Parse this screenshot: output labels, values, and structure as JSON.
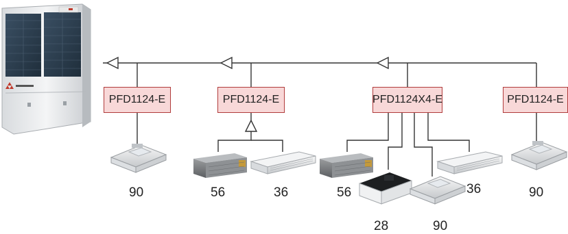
{
  "diagram": {
    "outdoor_unit": {
      "brand_logo": "mitsubishi-logo"
    },
    "branch_boxes": [
      {
        "label": "PFD1124-E"
      },
      {
        "label": "PFD1124-E"
      },
      {
        "label": "PFD1124X4-E"
      },
      {
        "label": "PFD1124-E"
      }
    ],
    "indoor_units": [
      {
        "type": "ceiling-cassette",
        "capacity": "90"
      },
      {
        "type": "ducted",
        "capacity": "56"
      },
      {
        "type": "ceiling-suspended",
        "capacity": "36"
      },
      {
        "type": "ducted",
        "capacity": "56"
      },
      {
        "type": "compact-cassette",
        "capacity": "28"
      },
      {
        "type": "ceiling-cassette",
        "capacity": "90"
      },
      {
        "type": "ceiling-suspended",
        "capacity": "36"
      },
      {
        "type": "ceiling-cassette",
        "capacity": "90"
      }
    ],
    "colors": {
      "box_fill": "#f8d8d8",
      "box_border": "#b03a3a",
      "pipe": "#333333"
    }
  }
}
